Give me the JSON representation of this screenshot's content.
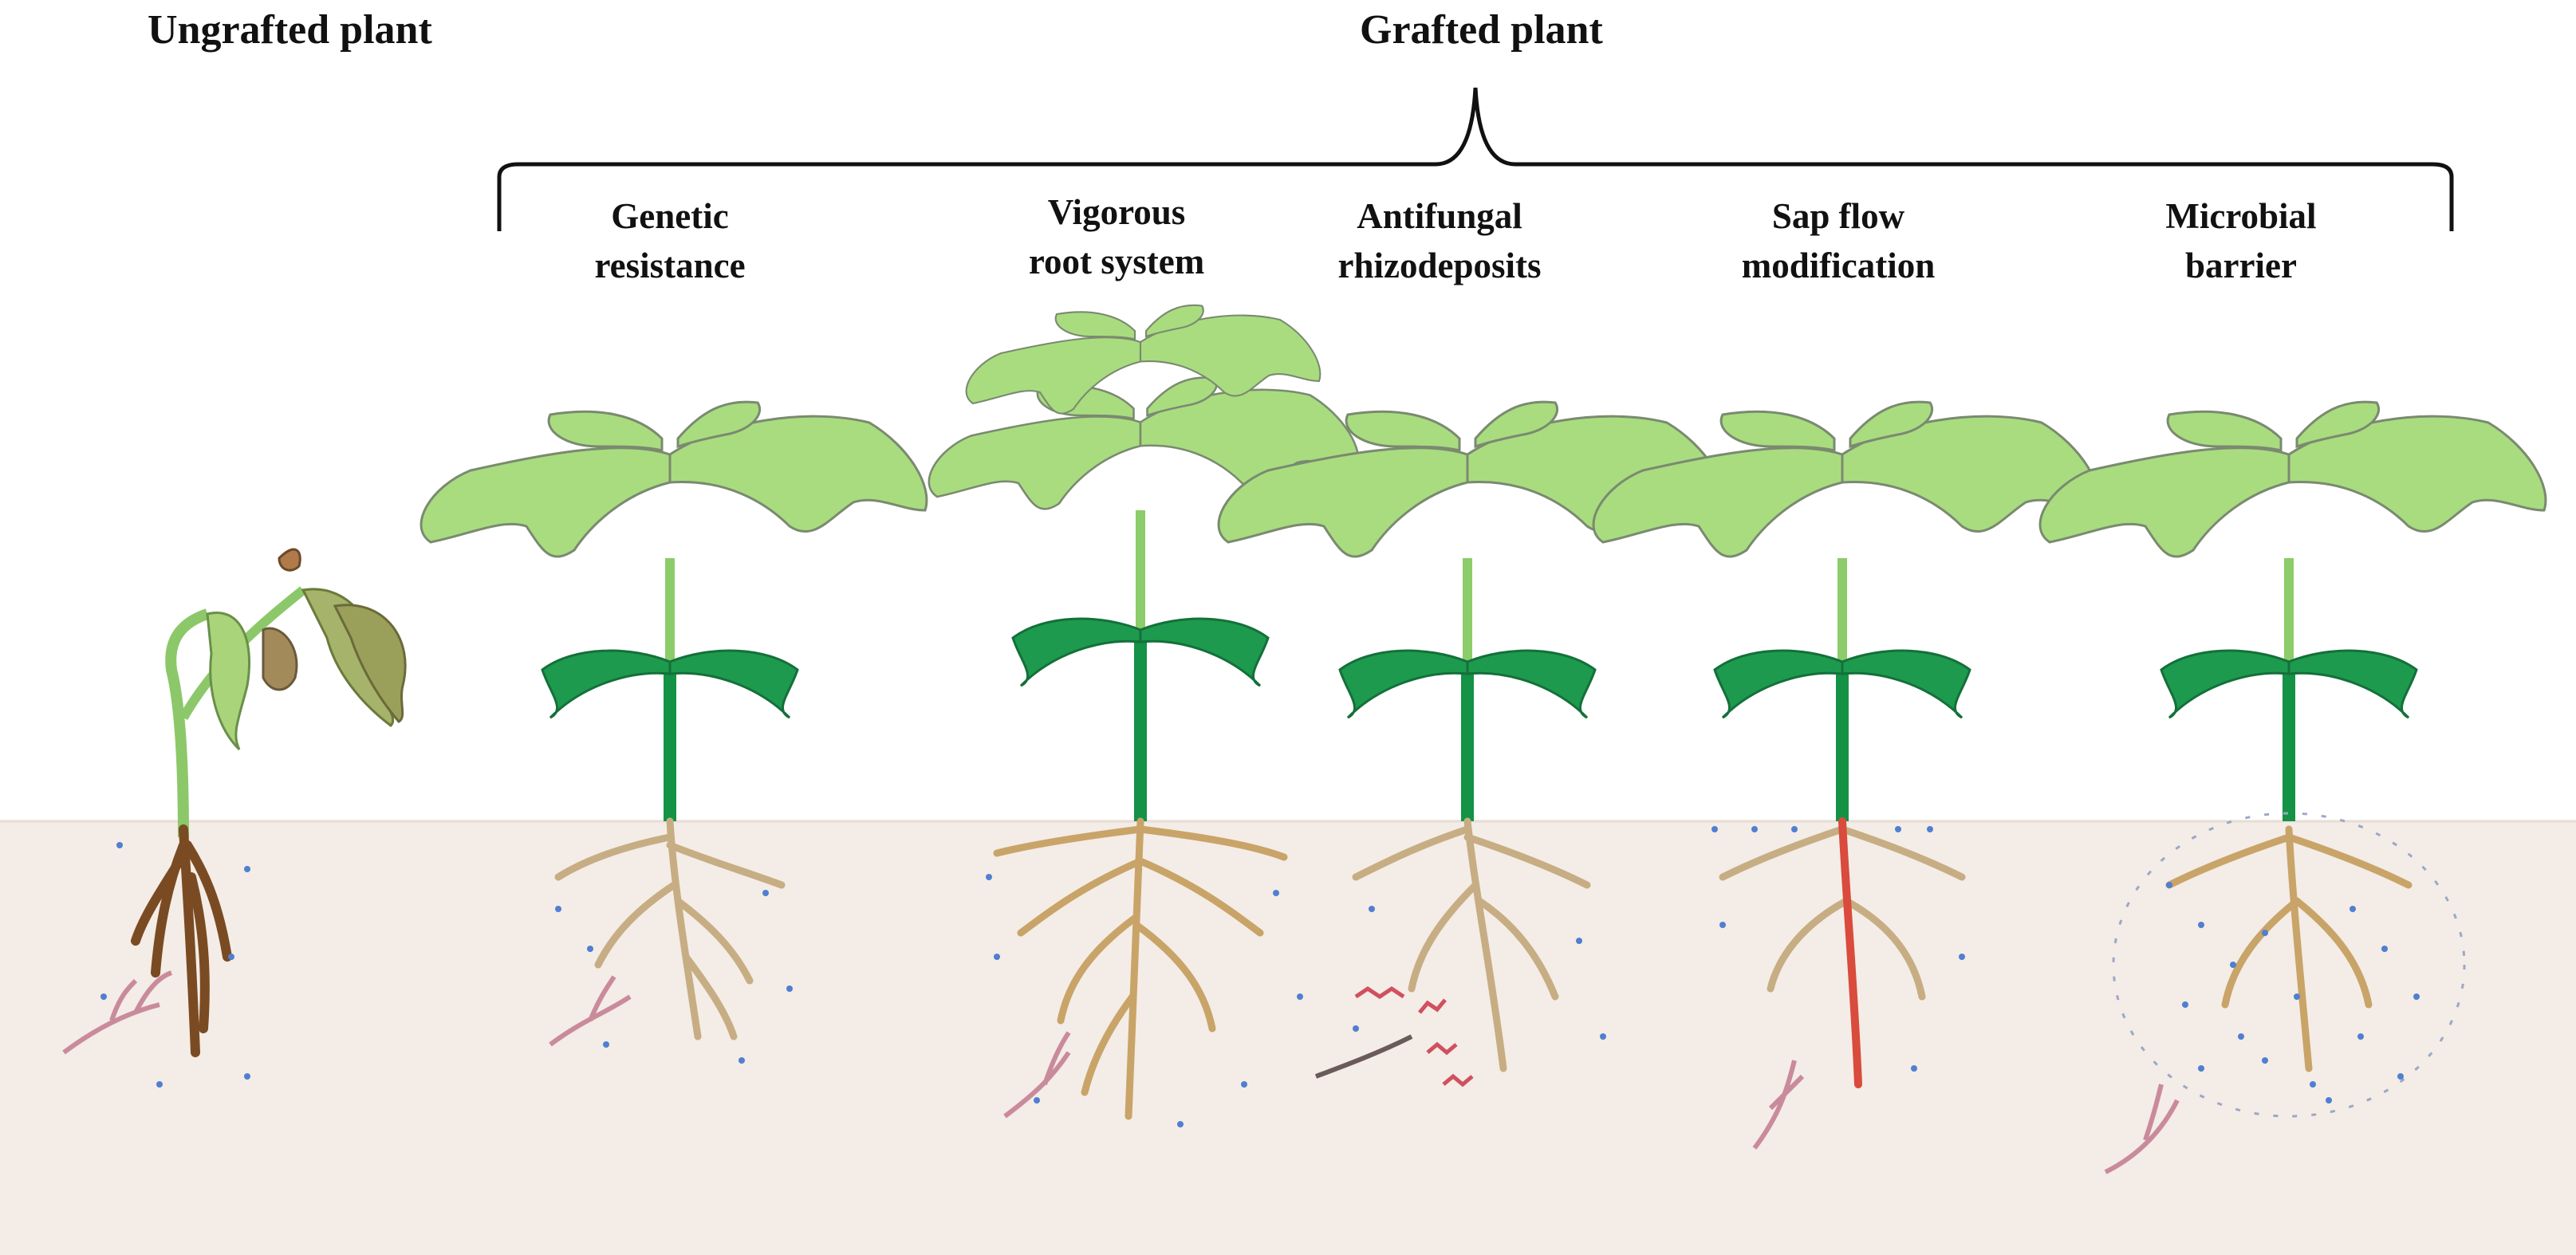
{
  "headings": {
    "ungrafted": "Ungrafted plant",
    "grafted": "Grafted plant"
  },
  "mechanisms": [
    {
      "line1": "Genetic",
      "line2": "resistance"
    },
    {
      "line1": "Vigorous",
      "line2": "root system"
    },
    {
      "line1": "Antifungal",
      "line2": "rhizodeposits"
    },
    {
      "line1": "Sap flow",
      "line2": "modification"
    },
    {
      "line1": "Microbial",
      "line2": "barrier"
    }
  ],
  "colors": {
    "soil": "#f4ece6",
    "leaf_light": "#a9dc7f",
    "leaf_dark": "#1d9a4e",
    "stem_graft": "#149245",
    "root": "#c7ad83",
    "root_vigorous": "#c9a468",
    "root_diseased": "#7a4b22",
    "sap_flow": "#d94b3c",
    "pathogen": "#c98b9c",
    "microbe": "#4f7fd0",
    "rhizodeposit": "#d0505f",
    "wilted": "#9cc46a"
  }
}
